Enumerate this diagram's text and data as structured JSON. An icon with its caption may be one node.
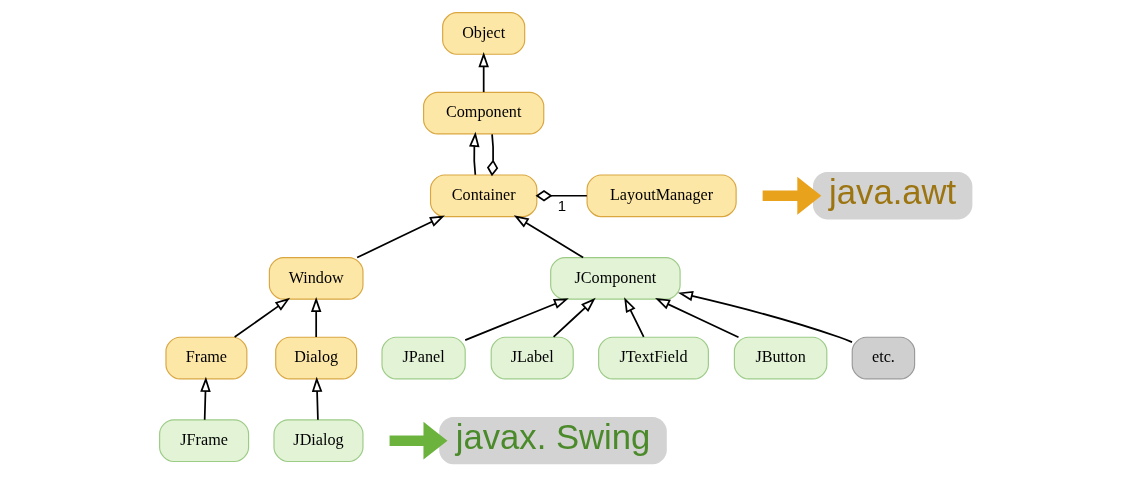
{
  "diagram": {
    "nodes": [
      {
        "text": [
          "Object"
        ]
      },
      {
        "text": [
          "Component"
        ]
      },
      {
        "text": [
          "Container"
        ]
      },
      {
        "text": [
          "LayoutManager"
        ]
      },
      {
        "text": [
          "Window"
        ]
      },
      {
        "text": [
          "JComponent"
        ]
      },
      {
        "text": [
          "Frame"
        ]
      },
      {
        "text": [
          "Dialog"
        ]
      },
      {
        "text": [
          "JFrame"
        ]
      },
      {
        "text": [
          "JDialog"
        ]
      },
      {
        "text": [
          "JPanel"
        ]
      },
      {
        "text": [
          "JLabel"
        ]
      },
      {
        "text": [
          "JTextField"
        ]
      },
      {
        "text": [
          "JButton"
        ]
      },
      {
        "text": [
          "etc."
        ]
      },
      {
        "text": [
          "java.awt"
        ]
      },
      {
        "text": [
          "javax. Swing"
        ]
      }
    ],
    "edges": [
      {
        "from": 1,
        "to": 0,
        "arrow": "to"
      },
      {
        "from": 2,
        "to": 1,
        "arrow": "to"
      },
      {
        "from": 1,
        "to": 2,
        "arrow": "other"
      },
      {
        "from": 3,
        "to": 2,
        "arrow": "other",
        "label": "1"
      },
      {
        "from": 4,
        "to": 2,
        "arrow": "to"
      },
      {
        "from": 5,
        "to": 2,
        "arrow": "to"
      },
      {
        "from": 6,
        "to": 4,
        "arrow": "to"
      },
      {
        "from": 7,
        "to": 4,
        "arrow": "to"
      },
      {
        "from": 8,
        "to": 6,
        "arrow": "to"
      },
      {
        "from": 9,
        "to": 7,
        "arrow": "to"
      },
      {
        "from": 10,
        "to": 5,
        "arrow": "to"
      },
      {
        "from": 11,
        "to": 5,
        "arrow": "to"
      },
      {
        "from": 12,
        "to": 5,
        "arrow": "to"
      },
      {
        "from": 13,
        "to": 5,
        "arrow": "to"
      },
      {
        "from": 14,
        "to": 5,
        "arrow": "to"
      },
      {
        "from": null,
        "to": 15,
        "arrow": "to",
        "style": "thick",
        "color": "#e8a21c"
      },
      {
        "from": null,
        "to": 16,
        "arrow": "to",
        "style": "thick",
        "color": "#6cb33e"
      }
    ]
  }
}
